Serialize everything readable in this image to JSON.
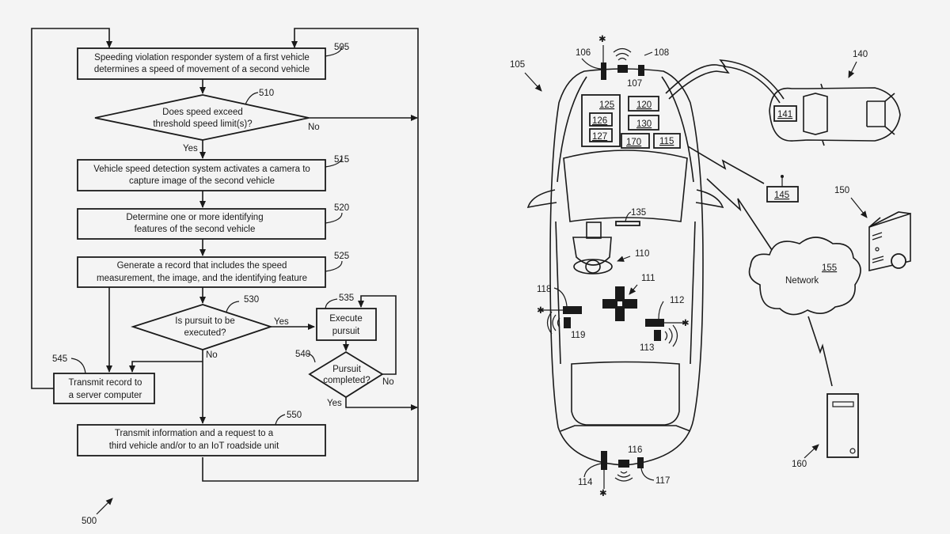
{
  "flowchart": {
    "figure_ref": "500",
    "steps": {
      "s505": {
        "ref": "505",
        "line1": "Speeding violation responder system of a first vehicle",
        "line2": "determines a speed of movement of a second vehicle"
      },
      "s510": {
        "ref": "510",
        "line1": "Does speed exceed",
        "line2": "threshold speed limit(s)?",
        "no": "No",
        "yes": "Yes"
      },
      "s515": {
        "ref": "515",
        "line1": "Vehicle speed detection system activates a camera to",
        "line2": "capture image of the second vehicle"
      },
      "s520": {
        "ref": "520",
        "line1": "Determine one or more identifying",
        "line2": "features of the second vehicle"
      },
      "s525": {
        "ref": "525",
        "line1": "Generate a record that includes the speed",
        "line2": "measurement, the image, and the identifying feature"
      },
      "s530": {
        "ref": "530",
        "line1": "Is pursuit to be",
        "line2": "executed?",
        "yes": "Yes",
        "no": "No"
      },
      "s535": {
        "ref": "535",
        "line1": "Execute",
        "line2": "pursuit"
      },
      "s540": {
        "ref": "540",
        "line1": "Pursuit",
        "line2": "completed?",
        "no": "No",
        "yes": "Yes"
      },
      "s545": {
        "ref": "545",
        "line1": "Transmit record to",
        "line2": "a server computer"
      },
      "s550": {
        "ref": "550",
        "line1": "Transmit information and a request to a",
        "line2": "third vehicle and/or to an IoT roadside unit"
      }
    }
  },
  "system": {
    "vehicle_ref": "105",
    "sensor_refs": {
      "r106": "106",
      "r107": "107",
      "r108": "108",
      "r110": "110",
      "r111": "111",
      "r112": "112",
      "r113": "113",
      "r114": "114",
      "r116": "116",
      "r117": "117",
      "r118": "118",
      "r119": "119",
      "r135": "135"
    },
    "modules": {
      "m125": "125",
      "m126": "126",
      "m127": "127",
      "m120": "120",
      "m130": "130",
      "m170": "170",
      "m115": "115"
    },
    "second_vehicle_ref": "140",
    "second_vehicle_module": "141",
    "roadside_unit": "145",
    "server_ref": "150",
    "network_ref": "155",
    "network_label": "Network",
    "computer_ref": "160"
  }
}
